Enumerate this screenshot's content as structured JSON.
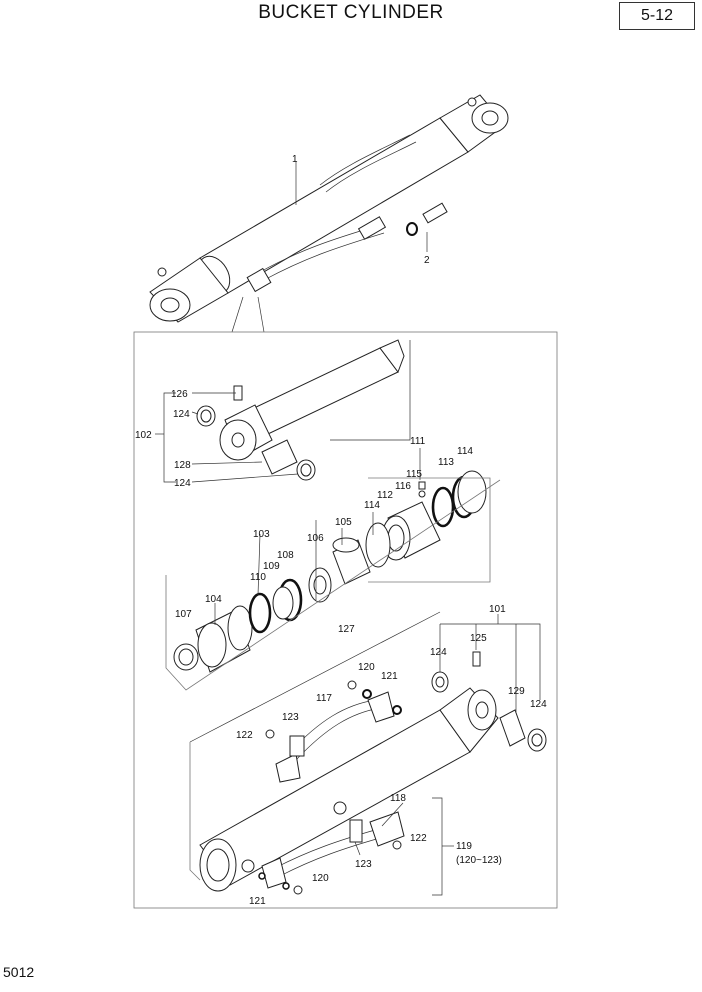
{
  "header": {
    "title": "BUCKET CYLINDER",
    "page_number": "5-12"
  },
  "footer": {
    "code": "5012"
  },
  "callouts": {
    "c1": "1",
    "c2": "2",
    "c101": "101",
    "c102": "102",
    "c103": "103",
    "c104": "104",
    "c105": "105",
    "c106": "106",
    "c107": "107",
    "c108": "108",
    "c109": "109",
    "c110": "110",
    "c111": "111",
    "c112": "112",
    "c113": "113",
    "c114a": "114",
    "c114b": "114",
    "c115": "115",
    "c116": "116",
    "c117": "117",
    "c118": "118",
    "c119": "119",
    "c119sub": "(120~123)",
    "c120a": "120",
    "c120b": "120",
    "c121a": "121",
    "c121b": "121",
    "c122a": "122",
    "c122b": "122",
    "c123a": "123",
    "c123b": "123",
    "c124a": "124",
    "c124b": "124",
    "c124c": "124",
    "c124d": "124",
    "c125": "125",
    "c126": "126",
    "c127": "127",
    "c128": "128",
    "c129": "129"
  }
}
